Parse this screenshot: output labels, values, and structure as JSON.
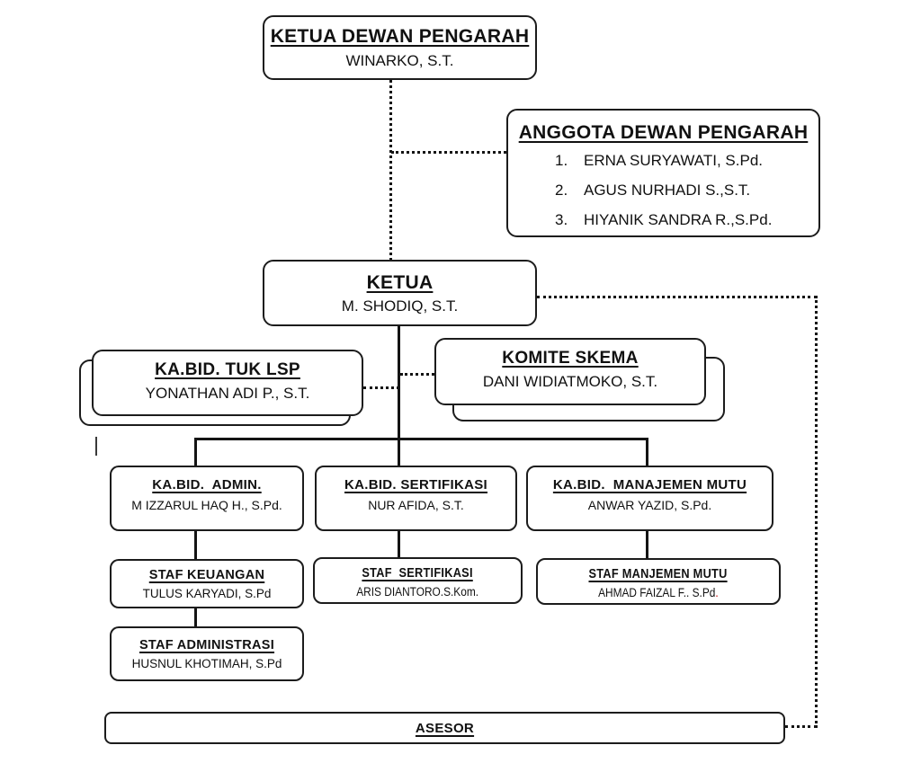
{
  "diagram": {
    "type": "org-chart",
    "colors": {
      "line": "#141414",
      "box_border": "#1c1c1c",
      "background": "#ffffff",
      "red_accent": "#c00000"
    }
  },
  "boxes": {
    "ketua_dewan_pengarah": {
      "title": "KETUA DEWAN PENGARAH",
      "name": "WINARKO, S.T."
    },
    "anggota_dewan_pengarah": {
      "title": "ANGGOTA DEWAN PENGARAH",
      "members": [
        {
          "num": "1.",
          "text": "ERNA SURYAWATI, S.Pd."
        },
        {
          "num": "2.",
          "text": "AGUS NURHADI S.,S.T."
        },
        {
          "num": "3.",
          "text": "HIYANIK SANDRA R.,S.Pd."
        }
      ]
    },
    "ketua": {
      "title": "KETUA",
      "name": "M. SHODIQ, S.T."
    },
    "kabid_tuk_lsp": {
      "title": "KA.BID. TUK LSP",
      "name": "YONATHAN ADI P., S.T."
    },
    "komite_skema": {
      "title": "KOMITE SKEMA",
      "name": "DANI WIDIATMOKO, S.T."
    },
    "kabid_admin": {
      "title": "KA.BID.  ADMIN.",
      "name": "M IZZARUL HAQ H., S.Pd."
    },
    "kabid_sertifikasi": {
      "title": "KA.BID. SERTIFIKASI",
      "name": "NUR AFIDA, S.T."
    },
    "kabid_manajemen_mutu": {
      "title": "KA.BID.  MANAJEMEN MUTU",
      "name": "ANWAR YAZID, S.Pd."
    },
    "staf_keuangan": {
      "title": "STAF KEUANGAN",
      "name": "TULUS KARYADI, S.Pd"
    },
    "staf_sertifikasi": {
      "title": "STAF  SERTIFIKASI",
      "name": "ARIS DIANTORO.S.Kom."
    },
    "staf_manjemen_mutu": {
      "title": "STAF MANJEMEN MUTU",
      "name": "AHMAD FAIZAL F.. S.Pd",
      "name_suffix": "."
    },
    "staf_administrasi": {
      "title": "STAF ADMINISTRASI",
      "name": "HUSNUL KHOTIMAH, S.Pd"
    },
    "asesor": {
      "title": "ASESOR"
    }
  }
}
